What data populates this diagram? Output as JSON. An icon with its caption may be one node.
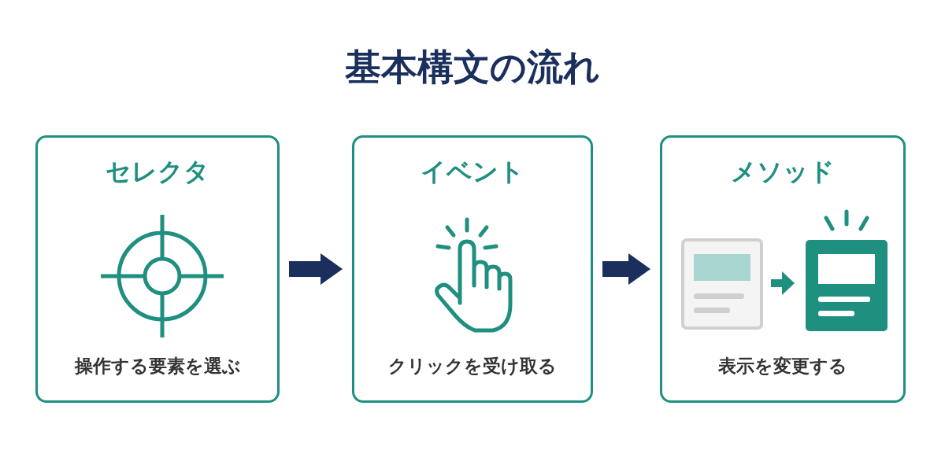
{
  "diagram": {
    "title": "基本構文の流れ",
    "nodes": [
      {
        "text": [
          "セレクタ",
          "操作する要素を選ぶ"
        ]
      },
      {
        "text": [
          "イベント",
          "クリックを受け取る"
        ]
      },
      {
        "text": [
          "メソッド",
          "表示を変更する"
        ]
      }
    ],
    "edges": [
      {
        "from": 0,
        "to": 1,
        "arrow": "to"
      },
      {
        "from": 1,
        "to": 2,
        "arrow": "to"
      }
    ]
  }
}
